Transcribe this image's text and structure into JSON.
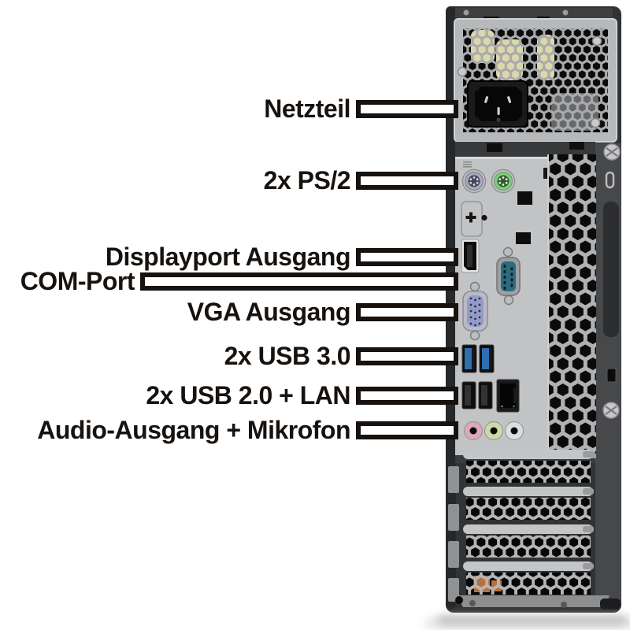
{
  "figure": {
    "subject": "PC rear panel port overview (annotated photo)",
    "language": "German"
  },
  "labels": [
    {
      "text": "Netzteil",
      "target": "power-inlet"
    },
    {
      "text": "2x PS/2",
      "target": "ps2-ports"
    },
    {
      "text": "Displayport Ausgang",
      "target": "displayport"
    },
    {
      "text": "COM-Port",
      "target": "com-port"
    },
    {
      "text": "VGA Ausgang",
      "target": "vga-port"
    },
    {
      "text": "2x USB 3.0",
      "target": "usb3-ports"
    },
    {
      "text": "2x USB 2.0 + LAN",
      "target": "usb2-lan-ports"
    },
    {
      "text": "Audio-Ausgang + Mikrofon",
      "target": "audio-jacks"
    }
  ],
  "colors": {
    "label_text": "#17120e",
    "pointer_fill": "#ffffff",
    "pointer_border": "#17120e",
    "ps2_port_1": "#a8a7bb",
    "ps2_port_2": "#84c884",
    "com_port": "#2e6b7d",
    "vga_port": "#939cc6",
    "usb3_blue": "#2f6fae",
    "audio_pink": "#dfa8ba",
    "audio_green": "#ced8a8",
    "audio_line_in": "#dcdddf",
    "psu_component": "#ddd8aa",
    "heatsink_orange": "#b8713a"
  }
}
